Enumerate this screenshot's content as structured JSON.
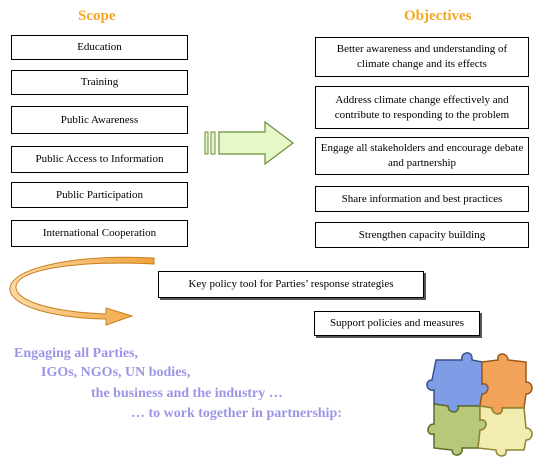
{
  "headings": {
    "scope": "Scope",
    "objectives": "Objectives"
  },
  "scope_items": [
    "Education",
    "Training",
    "Public Awareness",
    "Public Access to Information",
    "Public Participation",
    "International Cooperation"
  ],
  "objectives_items": [
    "Better awareness and understanding of climate change and its effects",
    "Address climate change effectively and contribute to responding to the problem",
    "Engage all stakeholders and encourage debate and partnership",
    "Share information and best practices",
    "Strengthen capacity building"
  ],
  "key_policy": "Key policy tool for Parties’ response strategies",
  "support": "Support policies and measures",
  "tagline": [
    "Engaging all Parties,",
    "IGOs, NGOs, UN bodies,",
    "the business and the industry …",
    "… to work together in partnership:"
  ],
  "colors": {
    "heading": "#f5a623",
    "tagline": "#9b95e6",
    "arrow_fill": "#e6f7c8",
    "arrow_stroke": "#6b8e3a",
    "curve_arrow": "#f0a23b"
  }
}
